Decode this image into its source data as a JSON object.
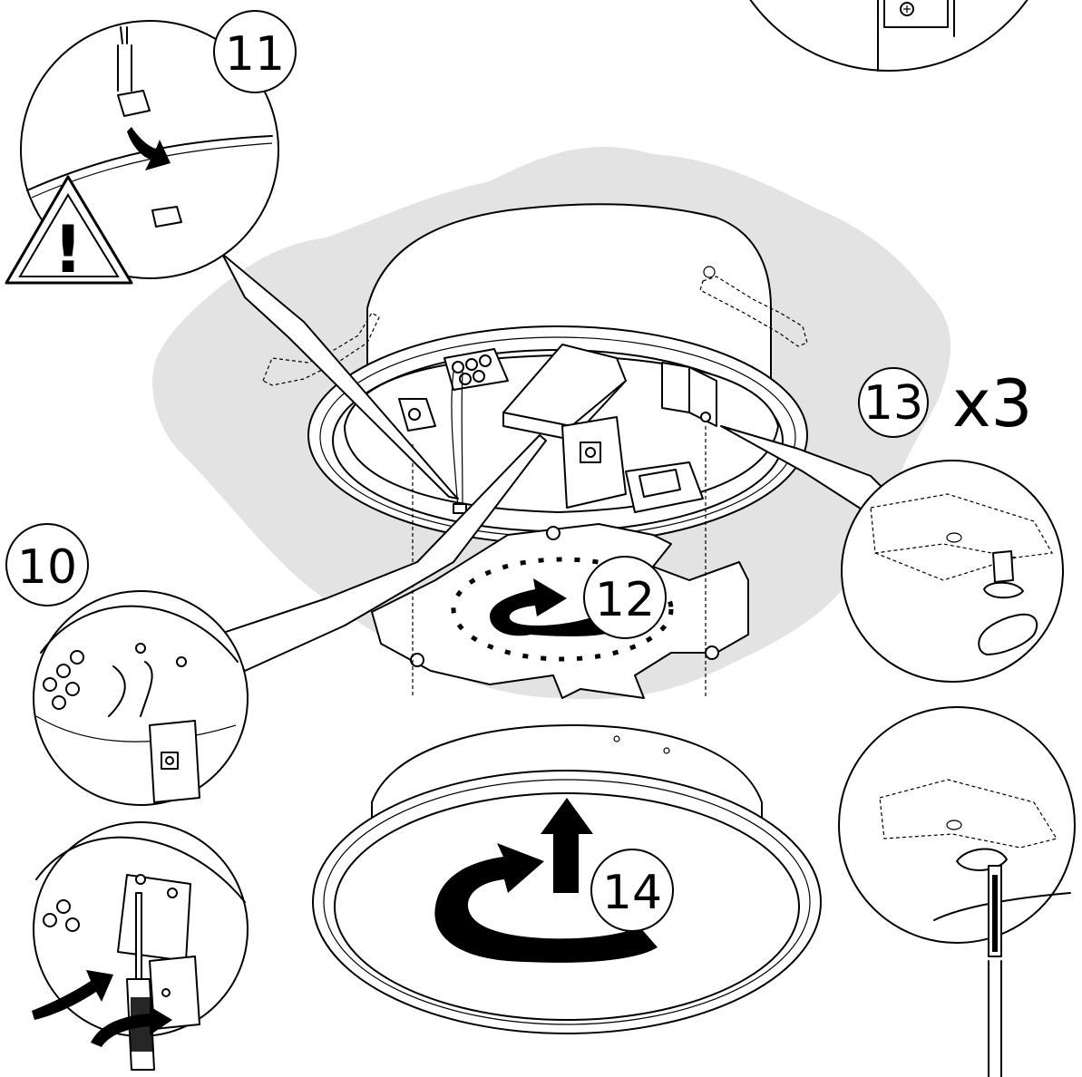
{
  "diagram": {
    "steps": [
      {
        "id": "10",
        "label": "10"
      },
      {
        "id": "11",
        "label": "11"
      },
      {
        "id": "12",
        "label": "12"
      },
      {
        "id": "13",
        "label": "13"
      },
      {
        "id": "14",
        "label": "14"
      }
    ],
    "multiplier": "x3",
    "warning_symbol": "!",
    "icons": [
      "warning-triangle-icon",
      "rotate-arrow-icon",
      "up-arrow-icon",
      "screwdriver-icon"
    ],
    "colors": {
      "line": "#000000",
      "ceiling": "#e3e3e3",
      "background": "#ffffff"
    }
  }
}
